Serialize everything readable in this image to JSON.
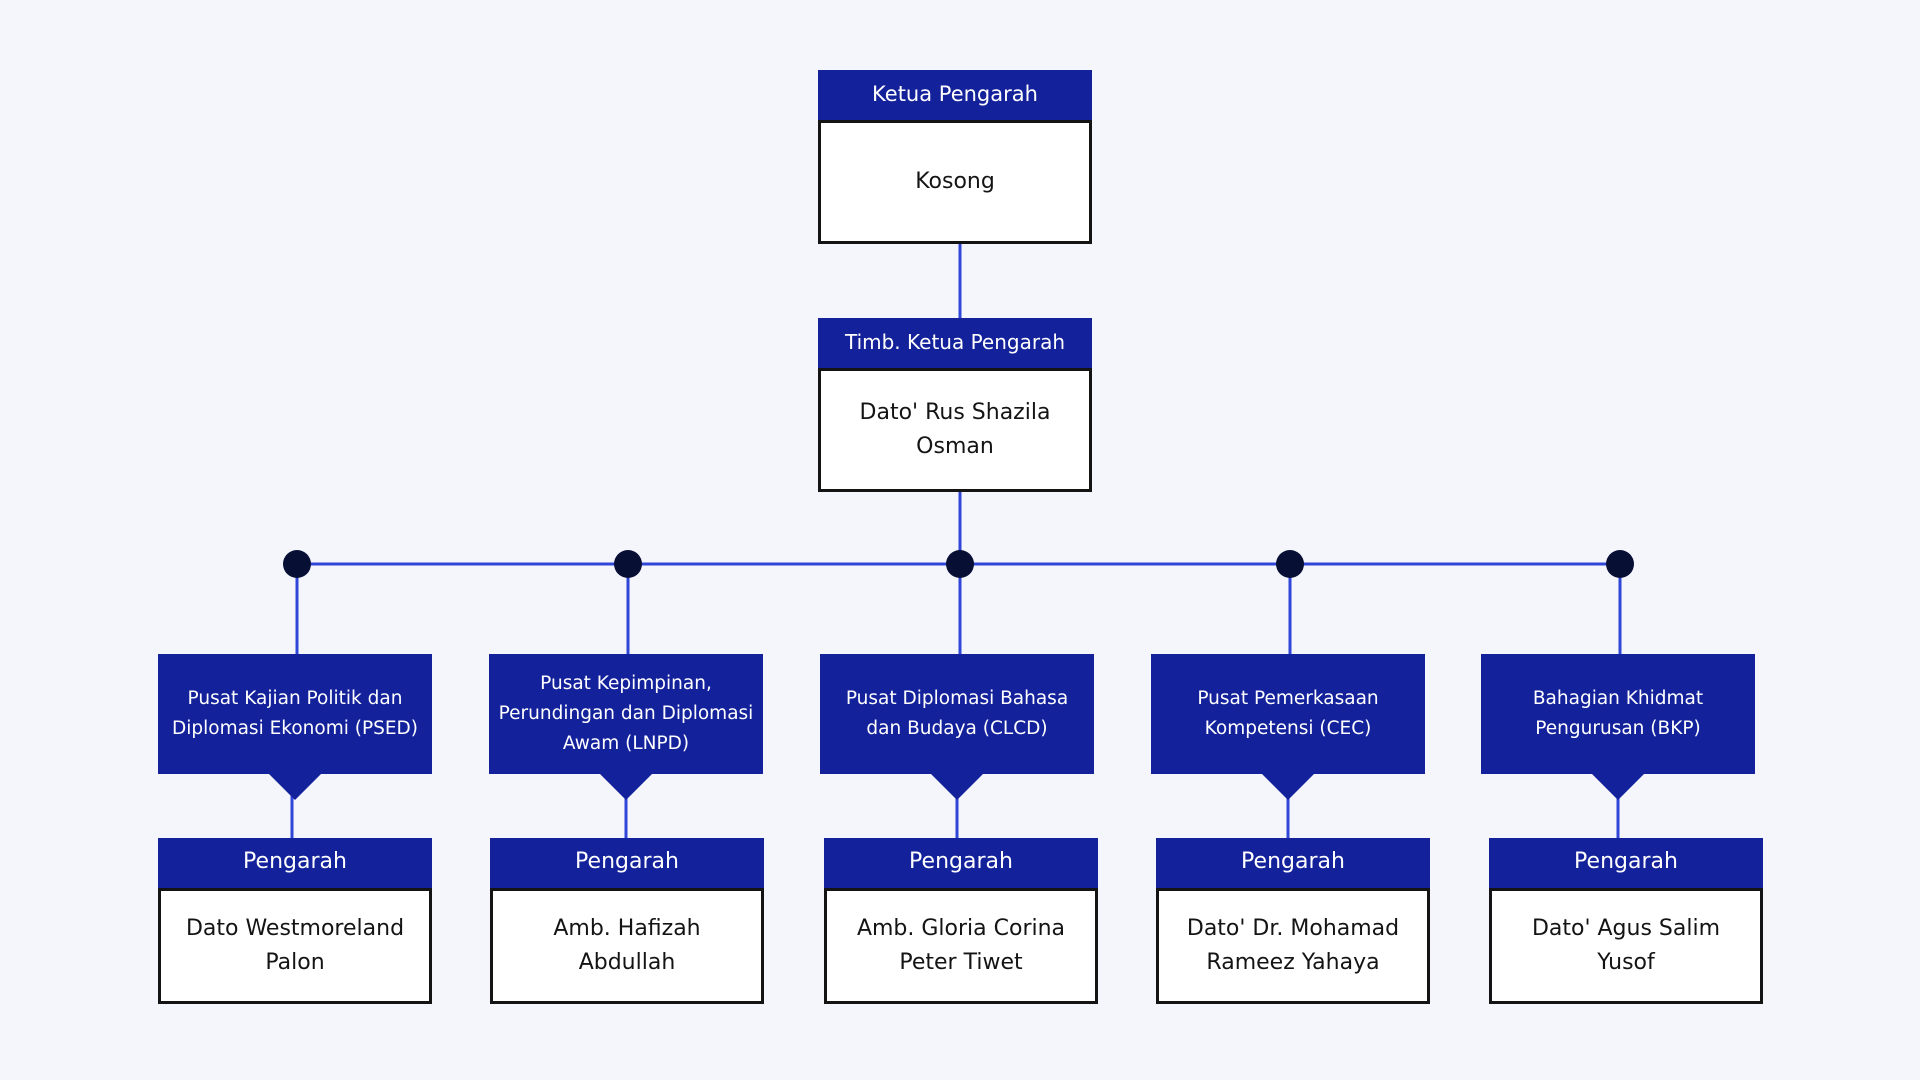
{
  "colors": {
    "header_fill": "#13219b",
    "connector": "#2f46d8",
    "dot": "#070f35",
    "box_border": "#141414",
    "background": "#f4f6fb"
  },
  "top": {
    "title": "Ketua Pengarah",
    "name": "Kosong"
  },
  "deputy": {
    "title": "Timb. Ketua Pengarah",
    "name": "Dato' Rus Shazila Osman"
  },
  "departments": [
    {
      "unit": "Pusat Kajian Politik dan Diplomasi Ekonomi (PSED)",
      "role": "Pengarah",
      "name": "Dato Westmoreland Palon"
    },
    {
      "unit": "Pusat Kepimpinan, Perundingan dan Diplomasi Awam (LNPD)",
      "role": "Pengarah",
      "name": "Amb. Hafizah Abdullah"
    },
    {
      "unit": "Pusat Diplomasi Bahasa dan Budaya (CLCD)",
      "role": "Pengarah",
      "name": "Amb. Gloria Corina Peter Tiwet"
    },
    {
      "unit": "Pusat Pemerkasaan Kompetensi (CEC)",
      "role": "Pengarah",
      "name": "Dato' Dr. Mohamad Rameez Yahaya"
    },
    {
      "unit": "Bahagian Khidmat Pengurusan (BKP)",
      "role": "Pengarah",
      "name": "Dato' Agus Salim Yusof"
    }
  ]
}
